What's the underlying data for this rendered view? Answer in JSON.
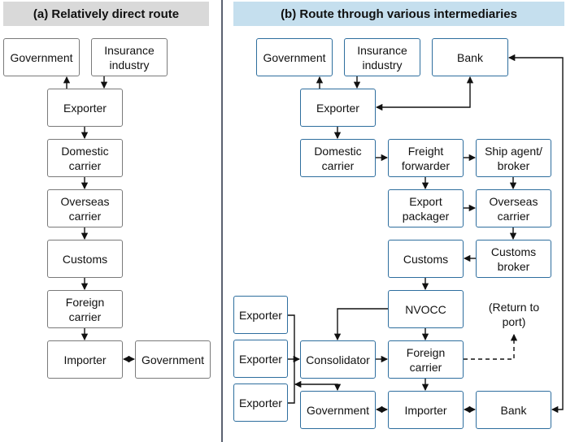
{
  "panel_a": {
    "title": "(a) Relatively direct route",
    "boxes": {
      "government": "Government",
      "insurance": "Insurance industry",
      "exporter": "Exporter",
      "domestic_carrier": "Domestic carrier",
      "overseas_carrier": "Overseas carrier",
      "customs": "Customs",
      "foreign_carrier": "Foreign carrier",
      "importer": "Importer",
      "government2": "Government"
    }
  },
  "panel_b": {
    "title": "(b) Route through various intermediaries",
    "boxes": {
      "government": "Government",
      "insurance": "Insurance industry",
      "bank": "Bank",
      "exporter": "Exporter",
      "domestic_carrier": "Domestic carrier",
      "freight_forwarder": "Freight forwarder",
      "ship_agent": "Ship agent/ broker",
      "export_packager": "Export packager",
      "overseas_carrier": "Overseas carrier",
      "customs": "Customs",
      "customs_broker": "Customs broker",
      "nvocc": "NVOCC",
      "exporter1": "Exporter",
      "exporter2": "Exporter",
      "exporter3": "Exporter",
      "consolidator": "Consolidator",
      "foreign_carrier": "Foreign carrier",
      "government2": "Government",
      "importer": "Importer",
      "bank2": "Bank"
    },
    "return_label": "(Return to port)"
  },
  "colors": {
    "header_a_bg": "#d9d9d9",
    "header_b_bg": "#c5dfee",
    "box_a_border": "#7a7a7a",
    "box_b_border": "#2e6e9e",
    "divider": "#5b6270"
  }
}
